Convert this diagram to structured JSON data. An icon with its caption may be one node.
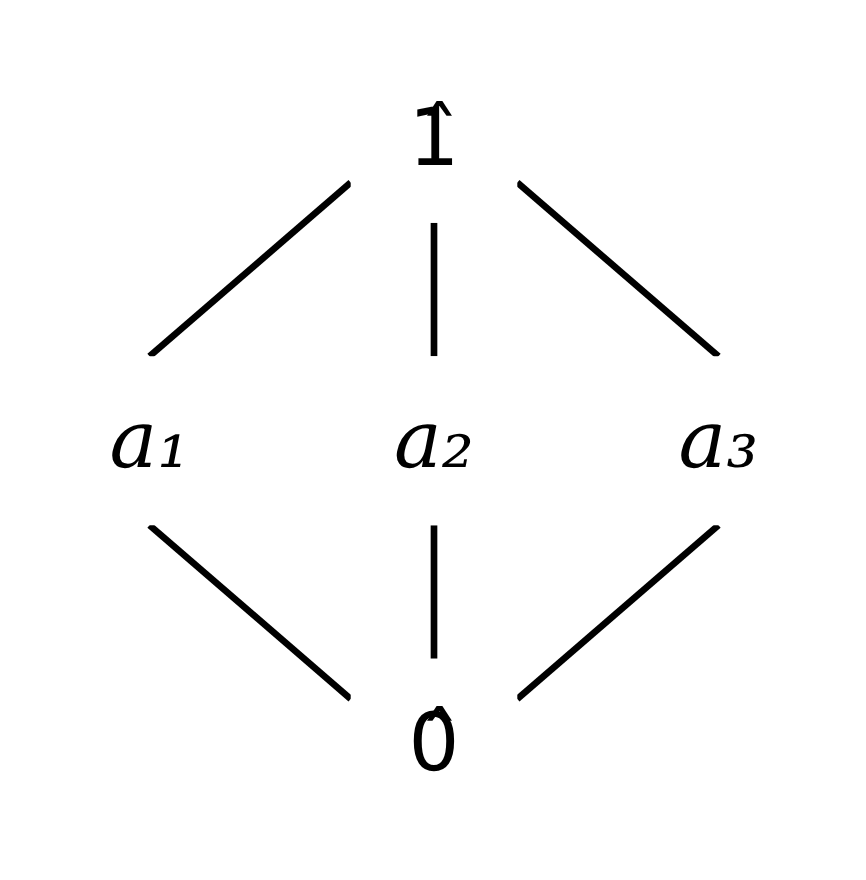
{
  "diagram": {
    "nodes": [
      {
        "text": [
          "1̂"
        ]
      },
      {
        "text": [
          "a₁"
        ]
      },
      {
        "text": [
          "a₂"
        ]
      },
      {
        "text": [
          "a₃"
        ]
      },
      {
        "text": [
          "0̂"
        ]
      }
    ],
    "edges": [
      {
        "from": 0,
        "to": 1,
        "arrow": "none"
      },
      {
        "from": 0,
        "to": 2,
        "arrow": "none"
      },
      {
        "from": 0,
        "to": 3,
        "arrow": "none"
      },
      {
        "from": 1,
        "to": 4,
        "arrow": "none"
      },
      {
        "from": 2,
        "to": 4,
        "arrow": "none"
      },
      {
        "from": 3,
        "to": 4,
        "arrow": "none"
      }
    ]
  }
}
